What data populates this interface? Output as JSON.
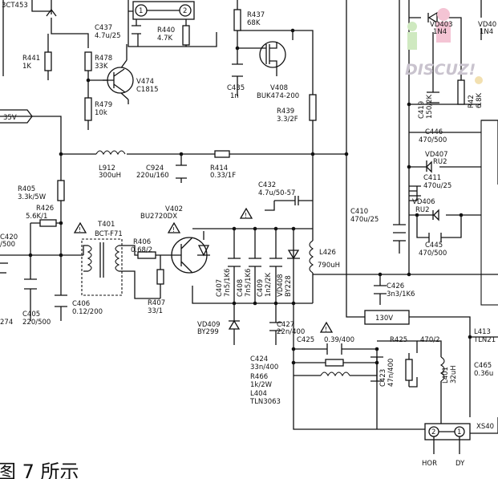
{
  "components": {
    "q_top": "3CT453",
    "c437": {
      "ref": "C437",
      "val": "4.7u/25"
    },
    "r440": {
      "ref": "R440",
      "val": "4.7K"
    },
    "r437": {
      "ref": "R437",
      "val": "68K"
    },
    "r441": {
      "ref": "R441",
      "val": "1K"
    },
    "r478": {
      "ref": "R478",
      "val": "33K"
    },
    "v474": {
      "ref": "V474",
      "val": "C1815"
    },
    "r479": {
      "ref": "R479",
      "val": "10k"
    },
    "c435": {
      "ref": "C435",
      "val": "1n"
    },
    "v408": {
      "ref": "V408",
      "val": "BUK474-200"
    },
    "r439": {
      "ref": "R439",
      "val": "3.3/2F"
    },
    "l912": {
      "ref": "L912",
      "val": "300uH"
    },
    "c924": {
      "ref": "C924",
      "val": "220u/160"
    },
    "r414": {
      "ref": "R414",
      "val": "0.33/1F"
    },
    "r405": {
      "ref": "R405",
      "val": "3.3k/5W"
    },
    "r426": {
      "ref": "R426",
      "val": "5.6K/1"
    },
    "c432": {
      "ref": "C432",
      "val": "4.7u/50-57"
    },
    "v402": {
      "ref": "V402",
      "val": "BU2720DX"
    },
    "c410": {
      "ref": "C410",
      "val": "470u/25"
    },
    "c420": {
      "ref": "C420",
      "val": "/500"
    },
    "t401": {
      "ref": "T401",
      "val": "BCT-F71"
    },
    "r406": {
      "ref": "R406",
      "val": "0.68/2"
    },
    "c407": {
      "ref": "C407",
      "val": "7n5/1K6"
    },
    "c408": {
      "ref": "C408",
      "val": "7n5/1K6"
    },
    "c409": {
      "ref": "C409",
      "val": "1n2/2K"
    },
    "vd408": {
      "ref": "VD408",
      "val": "BY228"
    },
    "l426": {
      "ref": "L426",
      "val": "790uH"
    },
    "c426": {
      "ref": "C426",
      "val": "3n3/1K6"
    },
    "r407": {
      "ref": "R407",
      "val": "33/1"
    },
    "c406": {
      "ref": "C406",
      "val": "0.12/200"
    },
    "c405": {
      "ref": "C405",
      "val": "220/500"
    },
    "c405_left": "274",
    "vd409": {
      "ref": "VD409",
      "val": "BY299"
    },
    "c427": {
      "ref": "C427",
      "val": "22n/400"
    },
    "c425": {
      "ref": "C425",
      "val": "0.39/400"
    },
    "r425": {
      "ref": "R425",
      "val": "470/2"
    },
    "c424": {
      "ref": "C424",
      "val": "33n/400"
    },
    "r466": {
      "ref": "R466",
      "val": "1k/2W"
    },
    "l404": {
      "ref": "L404",
      "val": "TLN3063"
    },
    "c423": {
      "ref": "C423",
      "val": "47n/400"
    },
    "l401": {
      "ref": "L401",
      "val": "32uH"
    },
    "vd403": {
      "ref": "VD403",
      "val": "1N4"
    },
    "vd404": {
      "ref": "VD40",
      "val": "1N4"
    },
    "c419": {
      "ref": "C419",
      "val": "150/2K"
    },
    "r42x": {
      "ref": "R42",
      "val": "6.8K"
    },
    "c446": {
      "ref": "C446",
      "val": "470/500"
    },
    "vd407": {
      "ref": "VD407",
      "val": "RU2"
    },
    "c411": {
      "ref": "C411",
      "val": "470u/25"
    },
    "vd406": {
      "ref": "VD406",
      "val": "RU2"
    },
    "c445": {
      "ref": "C445",
      "val": "470/500"
    },
    "l413": {
      "ref": "L413",
      "val": "TLN21"
    },
    "c465": {
      "ref": "C465",
      "val": "0.36u"
    },
    "xs40": {
      "ref": "XS40"
    }
  },
  "labels": {
    "v135": "35V",
    "v130": "130V",
    "pin1": "1",
    "pin2": "2",
    "pin_hdr": "HOR",
    "pin_dy": "DY",
    "caption": "图 7 所示",
    "watermark": "DISCUZ!",
    "warn": "!"
  }
}
